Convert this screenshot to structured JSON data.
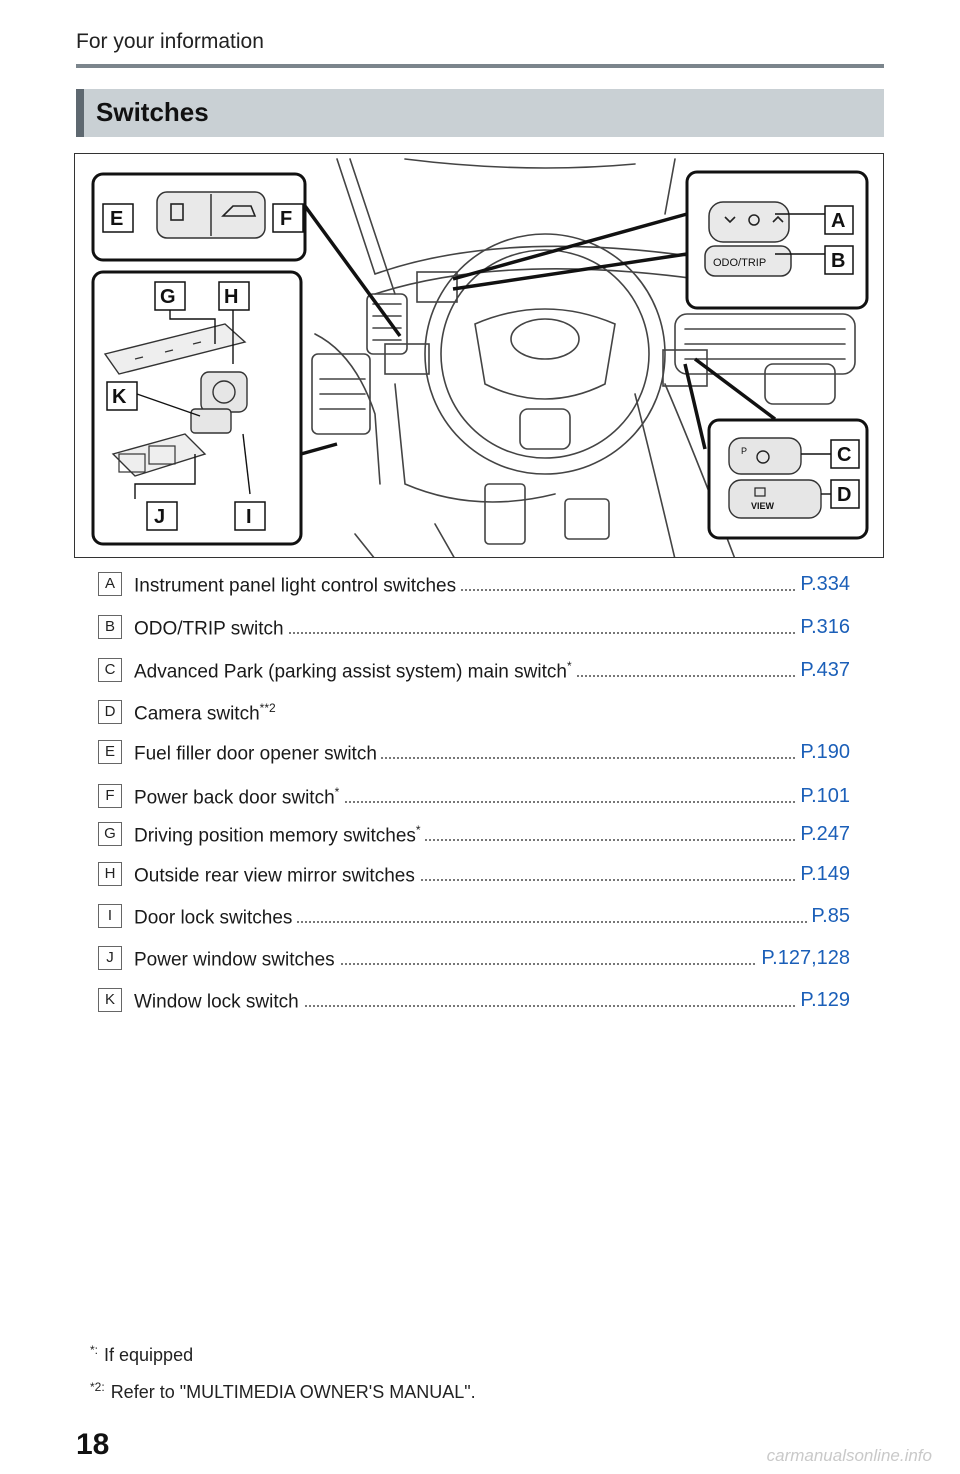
{
  "header": {
    "running_title": "For your information"
  },
  "section": {
    "title": "Switches"
  },
  "figure": {
    "callouts": [
      "A",
      "B",
      "C",
      "D",
      "E",
      "F",
      "G",
      "H",
      "I",
      "J",
      "K"
    ],
    "inset_labels": {
      "odo_button": "ODO/TRIP",
      "view_button": "VIEW",
      "park_button": "P"
    }
  },
  "items": [
    {
      "key": "A",
      "label": "Instrument panel light control switches",
      "note": "",
      "page": "P.334"
    },
    {
      "key": "B",
      "label": "ODO/TRIP switch",
      "note": "",
      "page": "P.316"
    },
    {
      "key": "C",
      "label": "Advanced Park (parking assist system) main switch",
      "note": "*",
      "page": "P.437"
    },
    {
      "key": "D",
      "label": "Camera switch",
      "note": "**2",
      "page": ""
    },
    {
      "key": "E",
      "label": "Fuel filler door opener switch",
      "note": "",
      "page": "P.190"
    },
    {
      "key": "F",
      "label": "Power back door switch",
      "note": "*",
      "page": "P.101"
    },
    {
      "key": "G",
      "label": "Driving position memory switches",
      "note": "*",
      "page": "P.247"
    },
    {
      "key": "H",
      "label": "Outside rear view mirror switches",
      "note": "",
      "page": "P.149"
    },
    {
      "key": "I",
      "label": "Door lock switches",
      "note": "",
      "page": "P.85"
    },
    {
      "key": "J",
      "label": "Power window switches",
      "note": "",
      "page": "P.127,128"
    },
    {
      "key": "K",
      "label": "Window lock switch",
      "note": "",
      "page": "P.129"
    }
  ],
  "footnotes": [
    {
      "mark": "*:",
      "text": "If equipped"
    },
    {
      "mark": "*2:",
      "text": "Refer to \"MULTIMEDIA OWNER'S MANUAL\"."
    }
  ],
  "page_number": "18",
  "watermark": "carmanualsonline.info",
  "colors": {
    "page_ref": "#1b5fb8",
    "section_bar": "#c9d0d4",
    "accent": "#5e6870"
  }
}
